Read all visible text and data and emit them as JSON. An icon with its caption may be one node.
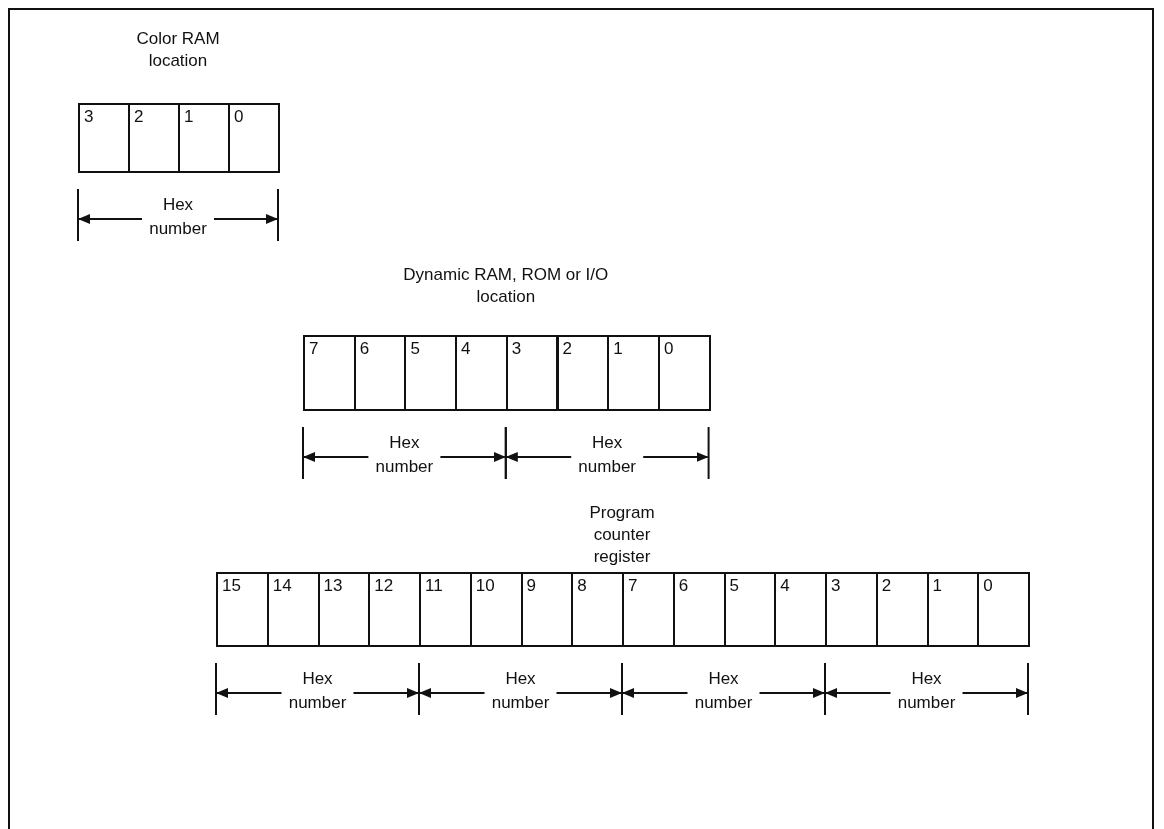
{
  "diagram": {
    "nodes": [
      {
        "text": [
          "Color RAM location"
        ]
      },
      {
        "text": [
          "3"
        ],
        "in": 0
      },
      {
        "text": [
          "2"
        ],
        "in": 0
      },
      {
        "text": [
          "1"
        ],
        "in": 0
      },
      {
        "text": [
          "0"
        ],
        "in": 0
      },
      {
        "text": [
          "Dynamic RAM, ROM or I/O location"
        ]
      },
      {
        "text": [
          "7"
        ],
        "in": 5
      },
      {
        "text": [
          "6"
        ],
        "in": 5
      },
      {
        "text": [
          "5"
        ],
        "in": 5
      },
      {
        "text": [
          "4"
        ],
        "in": 5
      },
      {
        "text": [
          "3"
        ],
        "in": 5
      },
      {
        "text": [
          "2"
        ],
        "in": 5
      },
      {
        "text": [
          "1"
        ],
        "in": 5
      },
      {
        "text": [
          "0"
        ],
        "in": 5
      },
      {
        "text": [
          "Program counter register"
        ]
      },
      {
        "text": [
          "15"
        ],
        "in": 14
      },
      {
        "text": [
          "14"
        ],
        "in": 14
      },
      {
        "text": [
          "13"
        ],
        "in": 14
      },
      {
        "text": [
          "12"
        ],
        "in": 14
      },
      {
        "text": [
          "11"
        ],
        "in": 14
      },
      {
        "text": [
          "10"
        ],
        "in": 14
      },
      {
        "text": [
          "9"
        ],
        "in": 14
      },
      {
        "text": [
          "8"
        ],
        "in": 14
      },
      {
        "text": [
          "7"
        ],
        "in": 14
      },
      {
        "text": [
          "6"
        ],
        "in": 14
      },
      {
        "text": [
          "5"
        ],
        "in": 14
      },
      {
        "text": [
          "4"
        ],
        "in": 14
      },
      {
        "text": [
          "3"
        ],
        "in": 14
      },
      {
        "text": [
          "2"
        ],
        "in": 14
      },
      {
        "text": [
          "1"
        ],
        "in": 14
      },
      {
        "text": [
          "0"
        ],
        "in": 14
      }
    ],
    "labels": [
      "Hex number",
      "Hex number",
      "Hex number",
      "Hex number",
      "Hex number",
      "Hex number",
      "Hex number"
    ]
  }
}
